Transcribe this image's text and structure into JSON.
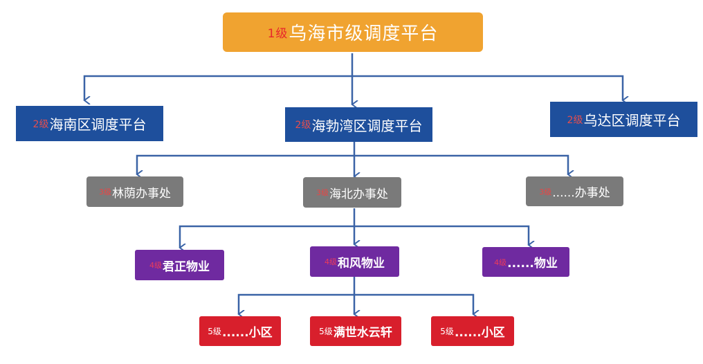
{
  "colors": {
    "connector": "#3a63a6",
    "level1": "#f0a330",
    "level2": "#1e4f9c",
    "level3": "#7a7a7a",
    "level4": "#6f2aa0",
    "level5": "#d81f2c",
    "badge": "#e8262b"
  },
  "nodes": {
    "wuhai": {
      "badge": "1级",
      "label": "乌海市级调度平台"
    },
    "hainan": {
      "badge": "2级",
      "label": "海南区调度平台"
    },
    "haibowan": {
      "badge": "2级",
      "label": "海勃湾区调度平台"
    },
    "wuda": {
      "badge": "2级",
      "label": "乌达区调度平台"
    },
    "linyin": {
      "badge": "3级",
      "label": "林荫办事处"
    },
    "haibei": {
      "badge": "3级",
      "label": "海北办事处"
    },
    "office_etc": {
      "badge": "3级",
      "label": "......办事处"
    },
    "junzheng": {
      "badge": "4级",
      "label": "君正物业"
    },
    "hefeng": {
      "badge": "4级",
      "label": "和风物业"
    },
    "property_etc": {
      "badge": "4级",
      "label": "......物业"
    },
    "community_a": {
      "badge": "5级",
      "label": "......小区"
    },
    "manshi": {
      "badge": "5级",
      "label": "满世水云轩"
    },
    "community_b": {
      "badge": "5级",
      "label": "......小区"
    }
  }
}
